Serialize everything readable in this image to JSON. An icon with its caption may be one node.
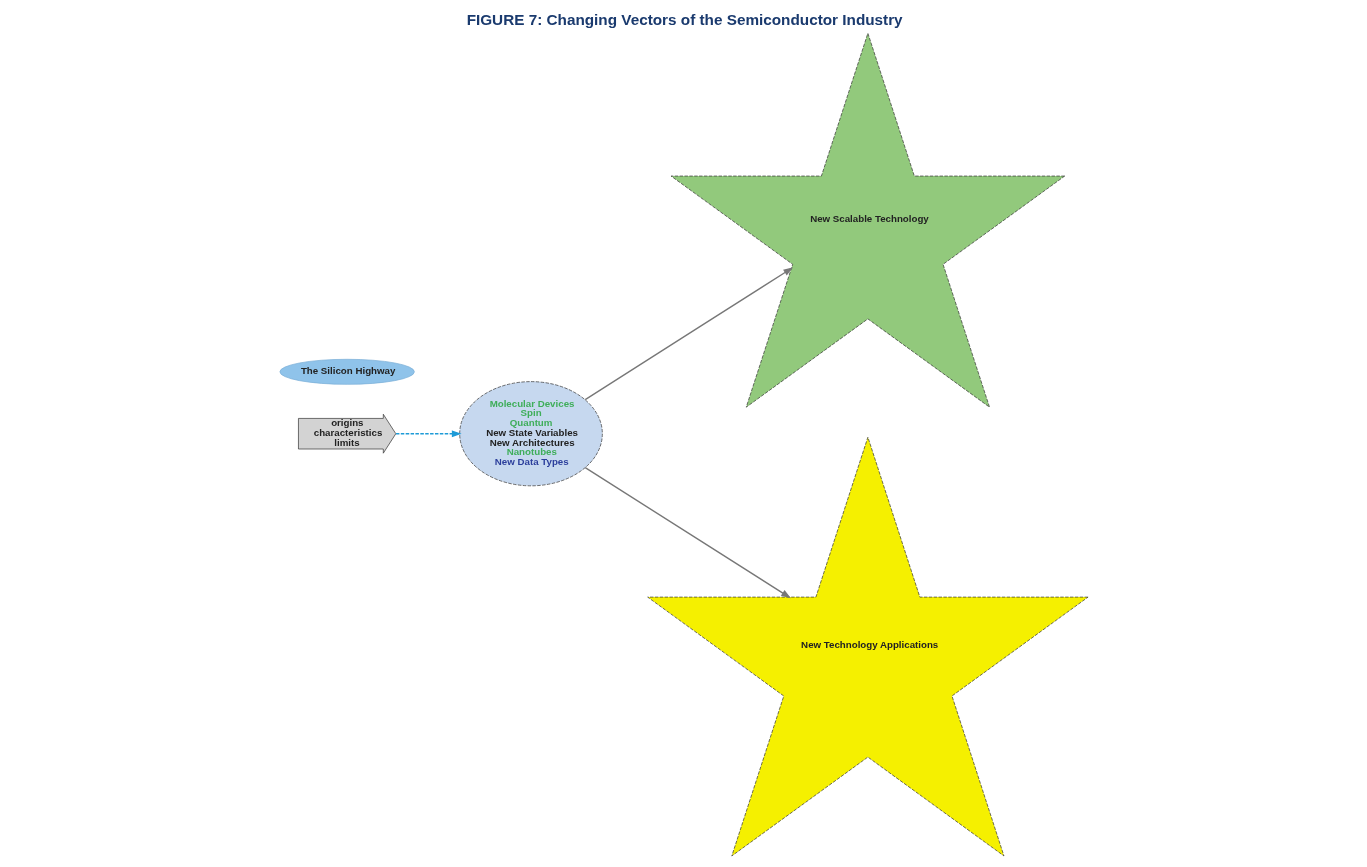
{
  "diagram": {
    "title": "FIGURE 7: Changing Vectors of the Semiconductor Industry",
    "nodes": [
      {
        "text": [
          "The Silicon Highway"
        ]
      },
      {
        "text": [
          "origins",
          "characteristics",
          "limits"
        ]
      },
      {
        "text": [
          "Molecular Devices",
          "Spin",
          "Quantum",
          "New State Variables",
          "New Architectures",
          "Nanotubes",
          "New Data Types"
        ]
      },
      {
        "text": [
          "New Scalable Technology"
        ]
      },
      {
        "text": [
          "New Technology Applications"
        ]
      }
    ],
    "edges": [
      {
        "from": 1,
        "to": 2,
        "arrow": "to",
        "style": "dashed",
        "color": "#1e9bd7"
      },
      {
        "from": 2,
        "to": 3,
        "arrow": "to"
      },
      {
        "from": 2,
        "to": 4,
        "arrow": "to"
      }
    ]
  }
}
